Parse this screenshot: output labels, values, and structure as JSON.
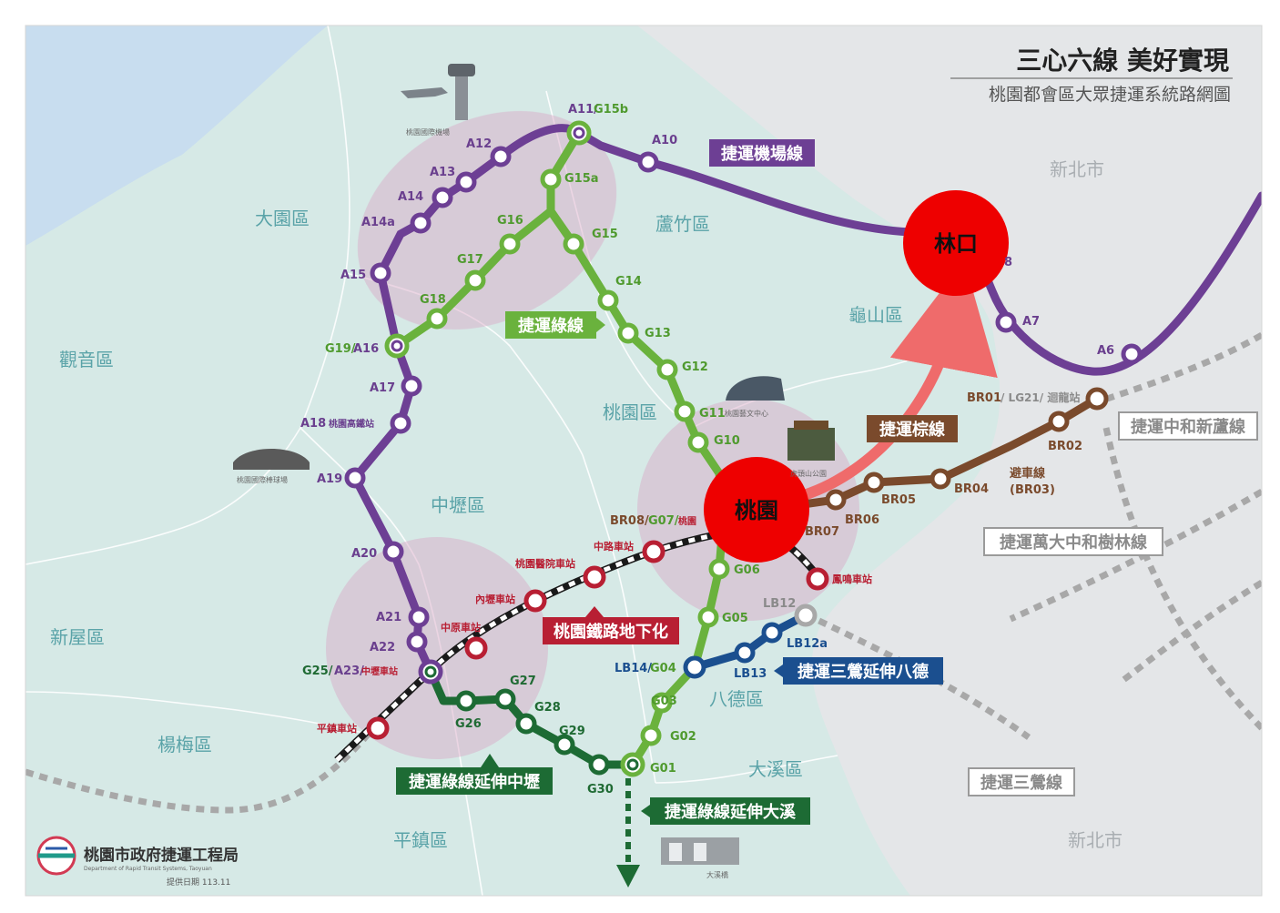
{
  "title": "三心六線 美好實現",
  "subtitle": "桃園都會區大眾捷運系統路網圖",
  "colors": {
    "purple": "#6d3f94",
    "green": "#6ab23d",
    "dark_green": "#1d6b34",
    "brown": "#7a4a2c",
    "blue": "#1b4f8f",
    "rail": "#b81f33",
    "hub": "#ee0000",
    "land": "#d6e9e6",
    "sea": "#c8ddef",
    "ntpc": "#e4e6e8"
  },
  "districts": [
    "大園區",
    "蘆竹區",
    "觀音區",
    "龜山區",
    "桃園區",
    "中壢區",
    "新屋區",
    "楊梅區",
    "八德區",
    "大溪區",
    "平鎮區"
  ],
  "ntpc_labels": [
    "新北市",
    "新北市"
  ],
  "hubs": [
    "林口",
    "桃園"
  ],
  "line_tags": {
    "airport": "捷運機場線",
    "green": "捷運綠線",
    "brown": "捷運棕線",
    "railway": "桃園鐵路地下化",
    "sanying_ext": "捷運三鶯延伸八德",
    "green_ext_zhongli": "捷運綠線延伸中壢",
    "green_ext_daxi": "捷運綠線延伸大溪",
    "zhonghe": "捷運中和新蘆線",
    "wanda": "捷運萬大中和樹林線",
    "sanying": "捷運三鶯線"
  },
  "stations": {
    "a11": "A11/",
    "g15b": "G15b",
    "a10": "A10",
    "a12": "A12",
    "a13": "A13",
    "a14": "A14",
    "a14a": "A14a",
    "a15": "A15",
    "g19": "G19/",
    "a16": "A16",
    "a17": "A17",
    "a18": "A18",
    "a18_name": "桃園高鐵站",
    "a19": "A19",
    "a20": "A20",
    "a21": "A21",
    "a22": "A22",
    "g25": "G25/",
    "a23": "A23/",
    "a23_name": "中壢車站",
    "a8": "8",
    "a7": "A7",
    "a6": "A6",
    "g15a": "G15a",
    "g15": "G15",
    "g16": "G16",
    "g17": "G17",
    "g18": "G18",
    "g14": "G14",
    "g13": "G13",
    "g12": "G12",
    "g11": "G11",
    "g10": "G10",
    "br08": "BR08/",
    "g07": "G07/",
    "g07_name": "桃園",
    "g06": "G06",
    "g05": "G05",
    "lb14": "LB14/",
    "g04": "G04",
    "g03": "G03",
    "g02": "G02",
    "g01": "G01",
    "g26": "G26",
    "g27": "G27",
    "g28": "G28",
    "g29": "G29",
    "g30": "G30",
    "br07": "BR07",
    "br06": "BR06",
    "br05": "BR05",
    "br04": "BR04",
    "br03": "避車線",
    "br03_code": "(BR03)",
    "br02": "BR02",
    "br01": "BR01",
    "br01_rest": "/ LG21/ 迴龍站",
    "lb12": "LB12",
    "lb12a": "LB12a",
    "lb13": "LB13",
    "rail_zhonglu": "中路車站",
    "rail_hospital": "桃園醫院車站",
    "rail_neili": "內壢車站",
    "rail_zhongyuan": "中原車站",
    "rail_pingzhen": "平鎮車站",
    "rail_fengming": "鳳鳴車站"
  },
  "landmarks": {
    "airport": "桃園國際機場",
    "arts": "桃園藝文中心",
    "hushan": "虎頭山公園",
    "stadium": "桃園國際棒球場",
    "daxi_bridge": "大溪橋"
  },
  "agency": {
    "name": "桃園市政府捷運工程局",
    "en": "Department of Rapid Transit Systems, Taoyuan",
    "date": "提供日期 113.11"
  }
}
